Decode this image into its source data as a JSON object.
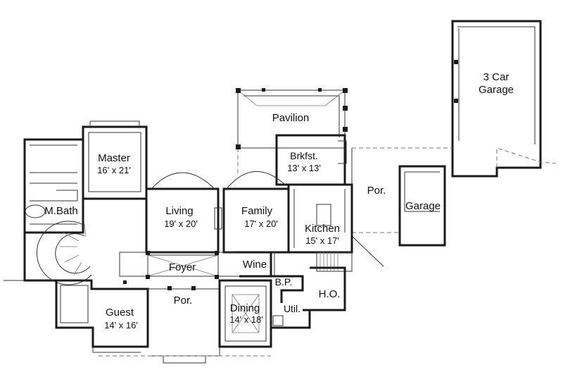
{
  "rooms": {
    "garage3": {
      "name_line1": "3 Car",
      "name_line2": "Garage"
    },
    "pavilion": {
      "name": "Pavilion"
    },
    "master": {
      "name": "Master",
      "dims": "16' x 21'"
    },
    "brkfst": {
      "name": "Brkfst.",
      "dims": "13' x 13'"
    },
    "mbath": {
      "name": "M.Bath"
    },
    "living": {
      "name": "Living",
      "dims": "19' x 20'"
    },
    "family": {
      "name": "Family",
      "dims": "17' x 20'"
    },
    "kitchen": {
      "name": "Kitchen",
      "dims": "15' x 17'"
    },
    "por_right": {
      "name": "Por."
    },
    "garage": {
      "name": "Garage"
    },
    "foyer": {
      "name": "Foyer"
    },
    "wine": {
      "name": "Wine"
    },
    "bp": {
      "name": "B.P."
    },
    "ho": {
      "name": "H.O."
    },
    "guest": {
      "name": "Guest",
      "dims": "14' x 16'"
    },
    "por_front": {
      "name": "Por."
    },
    "dining": {
      "name": "Dining",
      "dims": "14' x 18'"
    },
    "util": {
      "name": "Util."
    }
  }
}
